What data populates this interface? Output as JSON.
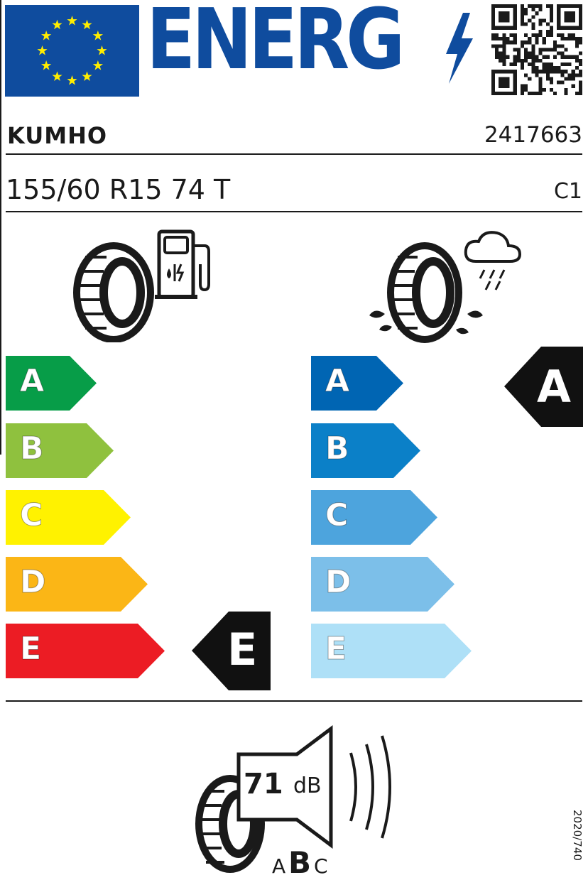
{
  "header": {
    "energy_word": "ENERG",
    "brand": "KUMHO",
    "article_number": "2417663",
    "tyre_size": "155/60 R15 74 T",
    "tyre_class": "C1"
  },
  "fuel_efficiency": {
    "classes": [
      "A",
      "B",
      "C",
      "D",
      "E"
    ],
    "colors": [
      "#079d48",
      "#8fc13e",
      "#fff200",
      "#fbb616",
      "#ec1c24"
    ],
    "rating": "E"
  },
  "wet_grip": {
    "classes": [
      "A",
      "B",
      "C",
      "D",
      "E"
    ],
    "colors": [
      "#0065b3",
      "#0b80c8",
      "#4da4dd",
      "#7cbfe9",
      "#aee0f7"
    ],
    "rating": "A"
  },
  "noise": {
    "value": "71",
    "unit": "dB",
    "classes": [
      "A",
      "B",
      "C"
    ],
    "selected": "B"
  },
  "regulation": "2020/740",
  "icons": {
    "eu_flag": "eu-flag-icon",
    "bolt": "lightning-bolt-icon",
    "qr": "qr-code-icon",
    "fuel_tyre": "tyre-fuel-pump-icon",
    "wet_tyre": "tyre-rain-cloud-icon",
    "noise_tyre": "tyre-speaker-icon"
  }
}
